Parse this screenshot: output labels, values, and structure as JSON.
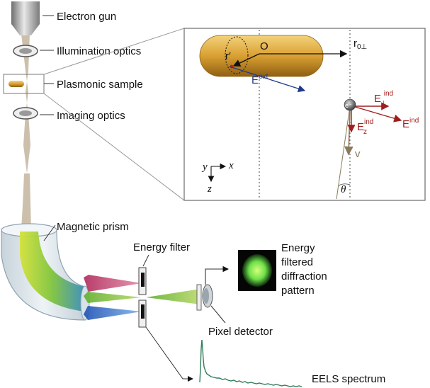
{
  "labels": {
    "electron_gun": "Electron gun",
    "illumination_optics": "Illumination optics",
    "plasmonic_sample": "Plasmonic sample",
    "imaging_optics": "Imaging optics",
    "magnetic_prism": "Magnetic prism",
    "energy_filter": "Energy filter",
    "energy_filtered_line1": "Energy",
    "energy_filtered_line2": "filtered",
    "energy_filtered_line3": "diffraction",
    "energy_filtered_line4": "pattern",
    "pixel_detector": "Pixel detector",
    "eels_spectrum": "EELS spectrum"
  },
  "inset": {
    "origin": "O",
    "r_prime": "r′",
    "r0_perp": "r",
    "r0_sub": "0⊥",
    "e_ext": "E",
    "e_ext_sup": "ext",
    "electron": "e⁻",
    "e_perp_ind": "E",
    "e_perp_sub": "⊥",
    "e_perp_sup": "ind",
    "e_z_ind": "E",
    "e_z_sub": "z",
    "e_z_sup": "ind",
    "e_ind": "E",
    "e_ind_sup": "ind",
    "velocity": "v",
    "theta": "θ",
    "axis_y": "y",
    "axis_x": "x",
    "axis_z": "z"
  },
  "colors": {
    "beam": "#c9bda9",
    "rod_gold": "#d9a032",
    "field_blue": "#1f3a8a",
    "field_red": "#a11d1d",
    "velocity_brown": "#8a7a5c",
    "spectrum_green": "#2f7d5a",
    "prism_fill": "#dfe8ee",
    "detector_green": "#6ee04a"
  }
}
